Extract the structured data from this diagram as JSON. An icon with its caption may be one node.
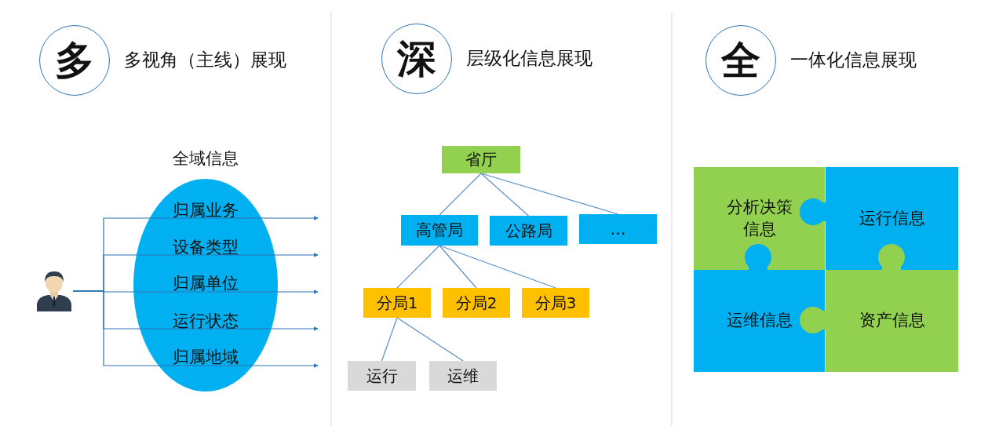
{
  "diagram": {
    "nodes": [
      {
        "text": [
          "多"
        ],
        "beside": [
          "多视角（主线）展现"
        ]
      },
      {
        "text": [
          "深"
        ],
        "beside": [
          "层级化信息展现"
        ]
      },
      {
        "text": [
          "全"
        ],
        "beside": [
          "一体化信息展现"
        ]
      },
      {
        "text": [],
        "shape": "person"
      },
      {
        "text": [
          "全域信息",
          "归属业务",
          "设备类型",
          "归属单位",
          "运行状态",
          "归属地域"
        ]
      },
      {
        "text": [
          "省厅"
        ]
      },
      {
        "text": [
          "高管局"
        ]
      },
      {
        "text": [
          "公路局"
        ]
      },
      {
        "text": [
          "…"
        ]
      },
      {
        "text": [
          "分局1"
        ]
      },
      {
        "text": [
          "分局2"
        ]
      },
      {
        "text": [
          "分局3"
        ]
      },
      {
        "text": [
          "运行"
        ]
      },
      {
        "text": [
          "运维"
        ]
      },
      {
        "text": [
          "分析决策信息"
        ]
      },
      {
        "text": [
          "运行信息"
        ]
      },
      {
        "text": [
          "运维信息"
        ]
      },
      {
        "text": [
          "资产信息"
        ]
      }
    ],
    "edges": [
      {
        "from": 3,
        "to": null,
        "arrow": "to"
      },
      {
        "from": 3,
        "to": null,
        "arrow": "to"
      },
      {
        "from": 3,
        "to": null,
        "arrow": "to"
      },
      {
        "from": 3,
        "to": null,
        "arrow": "to"
      },
      {
        "from": 3,
        "to": null,
        "arrow": "to"
      },
      {
        "from": 5,
        "to": 6,
        "arrow": "none"
      },
      {
        "from": 5,
        "to": 7,
        "arrow": "none"
      },
      {
        "from": 5,
        "to": 8,
        "arrow": "none"
      },
      {
        "from": 6,
        "to": 9,
        "arrow": "none"
      },
      {
        "from": 6,
        "to": 10,
        "arrow": "none"
      },
      {
        "from": 6,
        "to": 11,
        "arrow": "none"
      },
      {
        "from": 9,
        "to": 12,
        "arrow": "none"
      },
      {
        "from": 9,
        "to": 13,
        "arrow": "none"
      }
    ]
  }
}
